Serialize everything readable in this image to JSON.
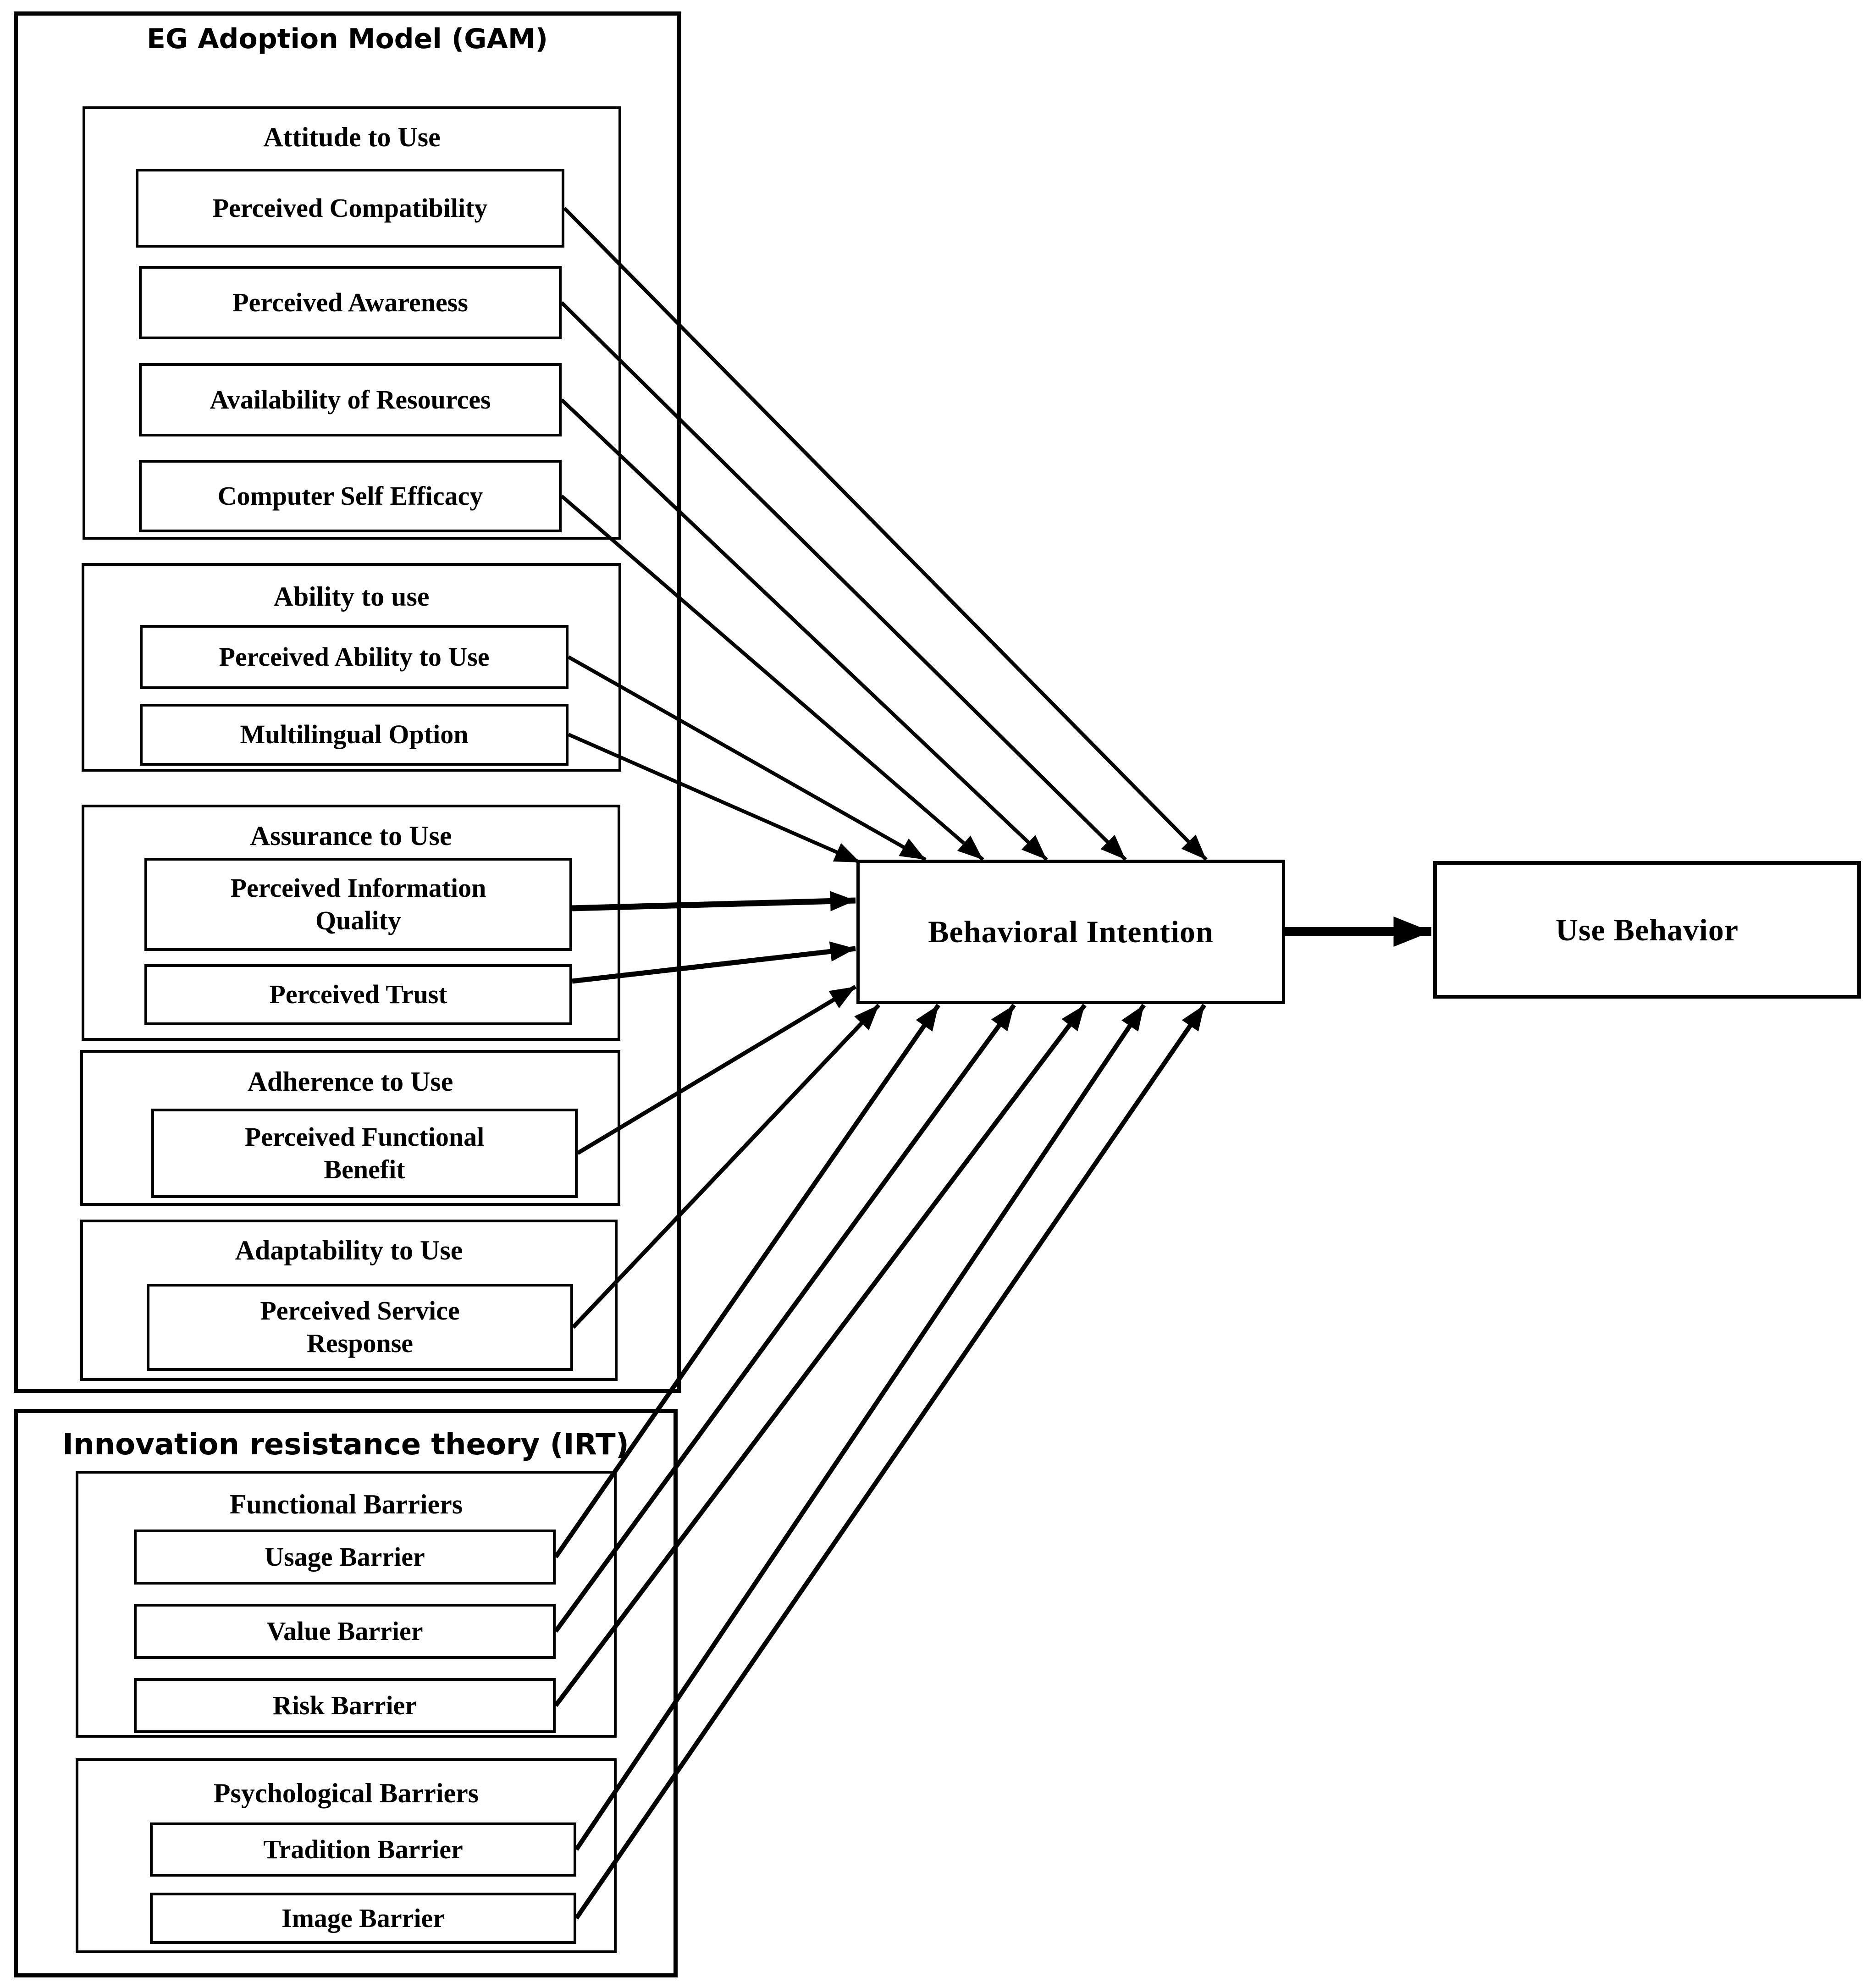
{
  "colors": {
    "ink": "#000000",
    "background": "#ffffff"
  },
  "gam": {
    "title": "EG Adoption Model (GAM)",
    "groups": [
      {
        "title": "Attitude to Use",
        "items": [
          "Perceived Compatibility",
          "Perceived Awareness",
          "Availability of Resources",
          "Computer Self Efficacy"
        ]
      },
      {
        "title": "Ability to use",
        "items": [
          "Perceived Ability to Use",
          "Multilingual Option"
        ]
      },
      {
        "title": "Assurance to Use",
        "items": [
          "Perceived Information Quality",
          "Perceived Trust"
        ]
      },
      {
        "title": "Adherence to Use",
        "items": [
          "Perceived Functional Benefit"
        ]
      },
      {
        "title": "Adaptability to Use",
        "items": [
          "Perceived Service Response"
        ]
      }
    ]
  },
  "irt": {
    "title": "Innovation resistance theory (IRT)",
    "groups": [
      {
        "title": "Functional Barriers",
        "items": [
          "Usage Barrier",
          "Value Barrier",
          "Risk Barrier"
        ]
      },
      {
        "title": "Psychological Barriers",
        "items": [
          "Tradition Barrier",
          "Image Barrier"
        ]
      }
    ]
  },
  "nodes": {
    "behavioral_intention": "Behavioral Intention",
    "use_behavior": "Use Behavior"
  },
  "edges": [
    {
      "from": "Perceived Compatibility",
      "to": "Behavioral Intention"
    },
    {
      "from": "Perceived Awareness",
      "to": "Behavioral Intention"
    },
    {
      "from": "Availability of Resources",
      "to": "Behavioral Intention"
    },
    {
      "from": "Computer Self Efficacy",
      "to": "Behavioral Intention"
    },
    {
      "from": "Perceived Ability to Use",
      "to": "Behavioral Intention"
    },
    {
      "from": "Multilingual Option",
      "to": "Behavioral Intention"
    },
    {
      "from": "Perceived Information Quality",
      "to": "Behavioral Intention"
    },
    {
      "from": "Perceived Trust",
      "to": "Behavioral Intention"
    },
    {
      "from": "Perceived Functional Benefit",
      "to": "Behavioral Intention"
    },
    {
      "from": "Perceived Service Response",
      "to": "Behavioral Intention"
    },
    {
      "from": "Usage Barrier",
      "to": "Behavioral Intention"
    },
    {
      "from": "Value Barrier",
      "to": "Behavioral Intention"
    },
    {
      "from": "Risk Barrier",
      "to": "Behavioral Intention"
    },
    {
      "from": "Tradition Barrier",
      "to": "Behavioral Intention"
    },
    {
      "from": "Image Barrier",
      "to": "Behavioral Intention"
    },
    {
      "from": "Behavioral Intention",
      "to": "Use Behavior"
    }
  ]
}
